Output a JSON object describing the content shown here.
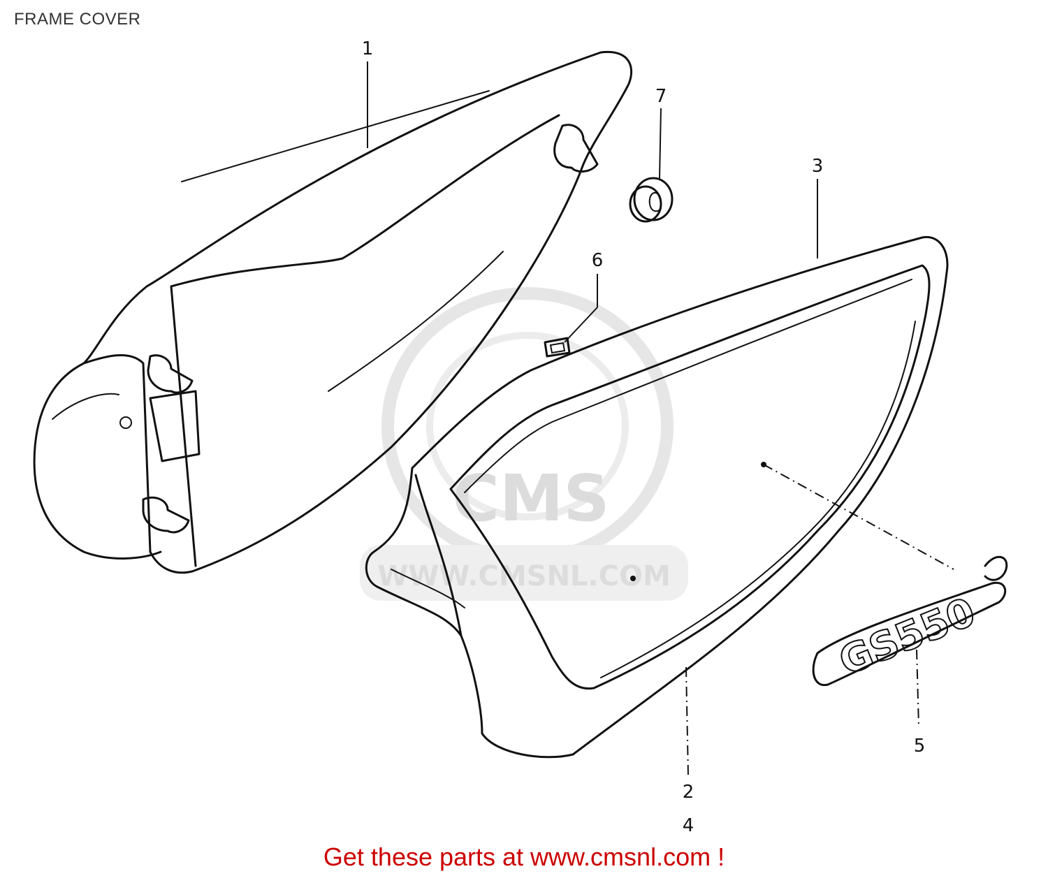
{
  "title": "FRAME COVER",
  "watermark": {
    "brand": "CMS",
    "url": "WWW.CMSNL.COM"
  },
  "callouts": {
    "c1": "1",
    "c2": "2",
    "c3": "3",
    "c4": "4",
    "c5": "5",
    "c6": "6",
    "c7": "7"
  },
  "emblem_text": "GS550",
  "footer": "Get these parts at www.cmsnl.com !",
  "colors": {
    "line": "#111111",
    "footer": "#cc0000",
    "watermark": "#dcdcdc"
  }
}
